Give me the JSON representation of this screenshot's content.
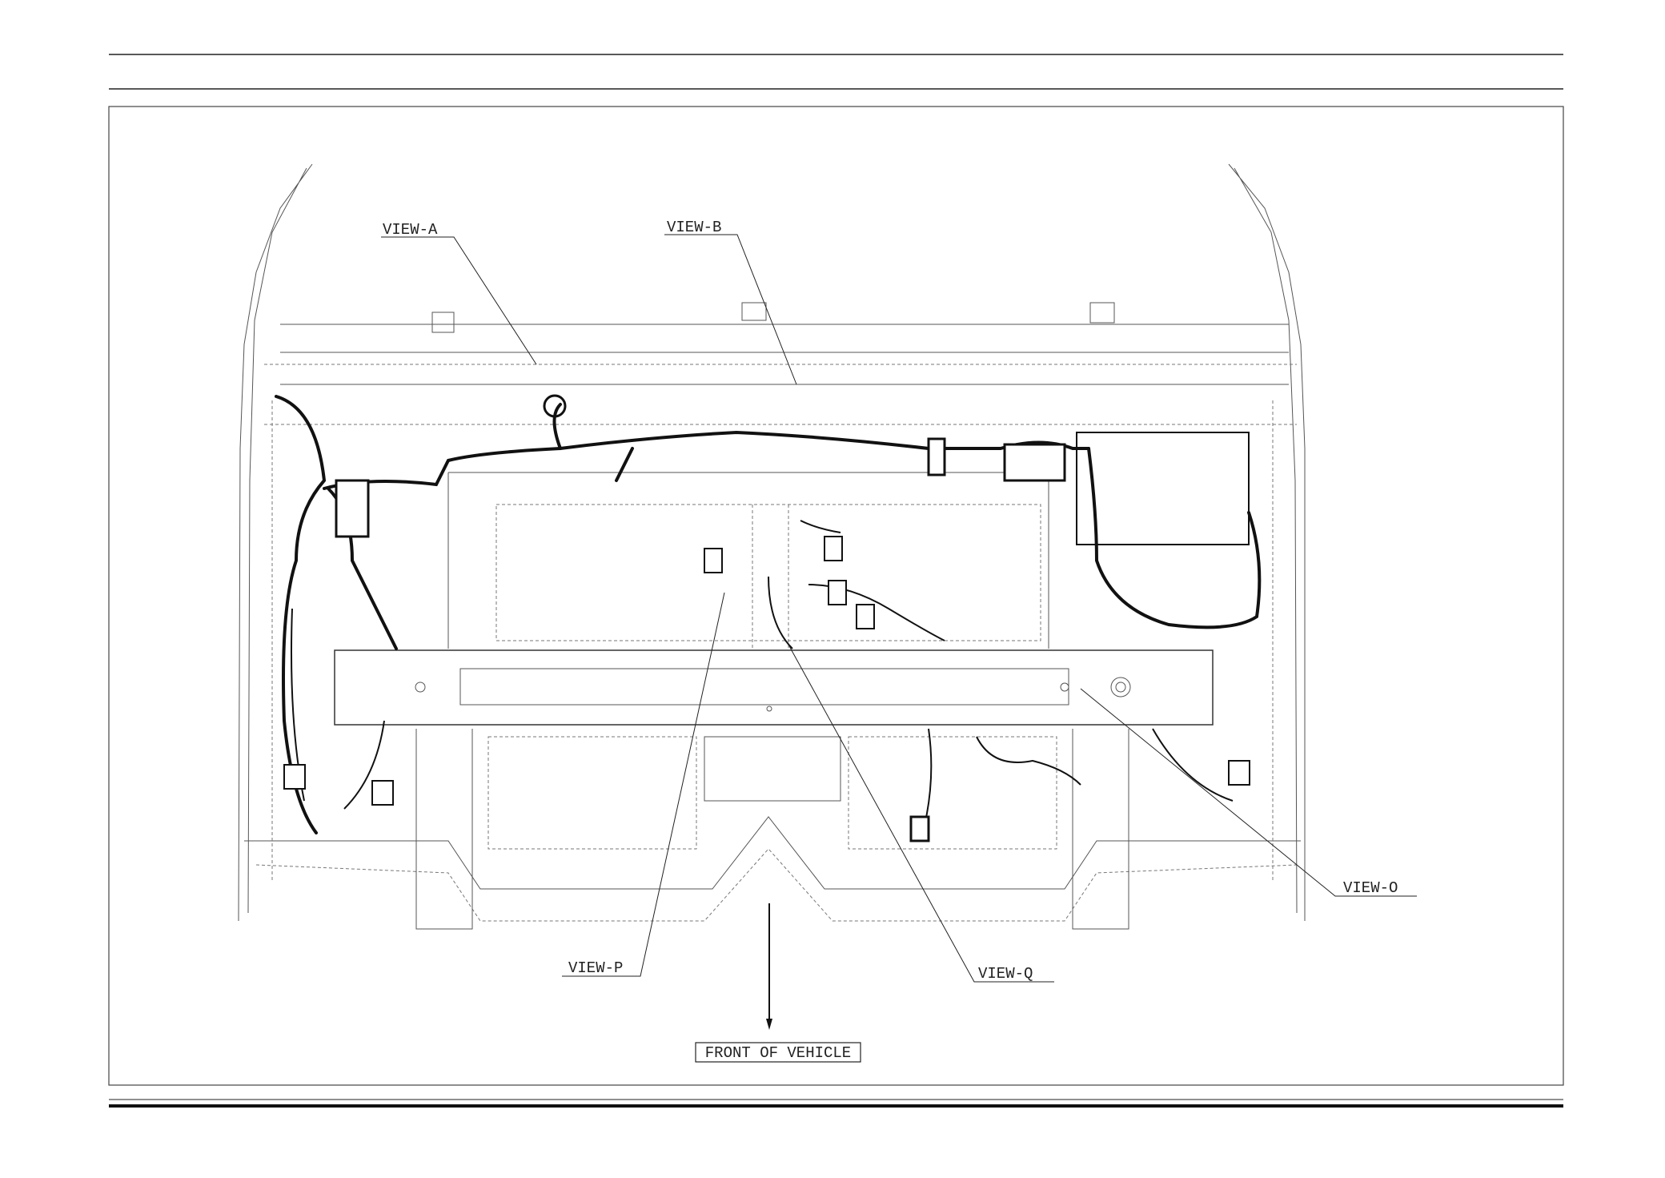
{
  "diagram": {
    "callouts": {
      "view_a": "VIEW-A",
      "view_b": "VIEW-B",
      "view_o": "VIEW-O",
      "view_p": "VIEW-P",
      "view_q": "VIEW-Q"
    },
    "front_label": "FRONT OF VEHICLE"
  }
}
